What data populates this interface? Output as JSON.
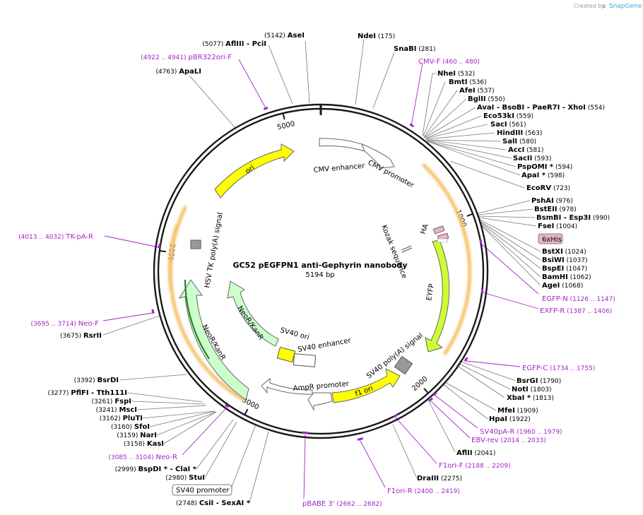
{
  "watermark": {
    "prefix": "Created by",
    "brand": "SnapGene"
  },
  "plasmid": {
    "name": "GC52 pEGFPN1 anti-Gephyrin nanobody",
    "length_label": "5194 bp",
    "size": 5194
  },
  "ticks": [
    {
      "pos": 1000,
      "label": "1000"
    },
    {
      "pos": 2000,
      "label": "2000"
    },
    {
      "pos": 3000,
      "label": "3000"
    },
    {
      "pos": 4000,
      "label": "4000"
    },
    {
      "pos": 5000,
      "label": "5000"
    }
  ],
  "colors": {
    "backbone": "#1a1a1a",
    "ori": "#ffff00",
    "f1_ori": "#ffff00",
    "amp": "#ffffff",
    "neo": "#ccffcc",
    "eyfp": "#ccff33",
    "orange_glow": "#f5c26b",
    "polyA": "#999999",
    "cmv": "#ffffff",
    "primer": "#a524c9",
    "his": "#e8b4c6"
  },
  "features": [
    {
      "id": "cmv-enhancer",
      "label": "CMV enhancer"
    },
    {
      "id": "cmv-promoter",
      "label": "CMV promoter"
    },
    {
      "id": "kozak",
      "label": "Kozak sequence"
    },
    {
      "id": "ha",
      "label": "HA"
    },
    {
      "id": "his",
      "label": "6xHis"
    },
    {
      "id": "eyfp",
      "label": "EYFP"
    },
    {
      "id": "sv40-polya",
      "label": "SV40 poly(A) signal"
    },
    {
      "id": "f1-ori",
      "label": "f1 ori"
    },
    {
      "id": "ampr-promoter",
      "label": "AmpR promoter"
    },
    {
      "id": "sv40-ori",
      "label": "SV40 ori"
    },
    {
      "id": "sv40-enhancer",
      "label": "SV40 enhancer"
    },
    {
      "id": "neor-inner",
      "label": "NeoR/KanR"
    },
    {
      "id": "neor-outer",
      "label": "NeoR/KanR"
    },
    {
      "id": "hsv-tk",
      "label": "HSV TK poly(A) signal"
    },
    {
      "id": "ori",
      "label": "ori"
    }
  ],
  "sites": [
    {
      "name": "NdeI",
      "pos": "(175)"
    },
    {
      "name": "SnaBI",
      "pos": "(281)"
    },
    {
      "name": "NheI",
      "pos": "(532)"
    },
    {
      "name": "BmtI",
      "pos": "(536)"
    },
    {
      "name": "AfeI",
      "pos": "(537)"
    },
    {
      "name": "BglII",
      "pos": "(550)"
    },
    {
      "name": "AvaI  - BsoBI  - PaeR7I  - XhoI",
      "pos": "(554)"
    },
    {
      "name": "Eco53kI",
      "pos": "(559)"
    },
    {
      "name": "SacI",
      "pos": "(561)"
    },
    {
      "name": "HindIII",
      "pos": "(563)"
    },
    {
      "name": "SalI",
      "pos": "(580)"
    },
    {
      "name": "AccI",
      "pos": "(581)"
    },
    {
      "name": "SacII",
      "pos": "(593)"
    },
    {
      "name": "PspOMI *",
      "pos": "(594)"
    },
    {
      "name": "ApaI *",
      "pos": "(598)"
    },
    {
      "name": "EcoRV",
      "pos": "(723)"
    },
    {
      "name": "PshAI",
      "pos": "(976)"
    },
    {
      "name": "BstEII",
      "pos": "(978)"
    },
    {
      "name": "BsmBI  - Esp3I",
      "pos": "(990)"
    },
    {
      "name": "FseI",
      "pos": "(1004)"
    },
    {
      "name": "BstXI",
      "pos": "(1024)"
    },
    {
      "name": "BsiWI",
      "pos": "(1037)"
    },
    {
      "name": "BspEI",
      "pos": "(1047)"
    },
    {
      "name": "BamHI",
      "pos": "(1062)"
    },
    {
      "name": "AgeI",
      "pos": "(1068)"
    },
    {
      "name": "BsrGI",
      "pos": "(1790)"
    },
    {
      "name": "NotI",
      "pos": "(1803)"
    },
    {
      "name": "XbaI *",
      "pos": "(1813)"
    },
    {
      "name": "MfeI",
      "pos": "(1909)"
    },
    {
      "name": "HpaI",
      "pos": "(1922)"
    },
    {
      "name": "AflII",
      "pos": "(2041)"
    },
    {
      "name": "DraIII",
      "pos": "(2275)"
    },
    {
      "name": "CsiI  - SexAI *",
      "pos": "(2748)"
    },
    {
      "name": "StuI",
      "pos": "(2980)"
    },
    {
      "name": "BspDI *  - ClaI *",
      "pos": "(2999)"
    },
    {
      "name": "KasI",
      "pos": "(3158)"
    },
    {
      "name": "NarI",
      "pos": "(3159)"
    },
    {
      "name": "SfoI",
      "pos": "(3160)"
    },
    {
      "name": "PluTI",
      "pos": "(3162)"
    },
    {
      "name": "MscI",
      "pos": "(3241)"
    },
    {
      "name": "FspI",
      "pos": "(3261)"
    },
    {
      "name": "PflFI  - Tth111I",
      "pos": "(3277)"
    },
    {
      "name": "BsrDI",
      "pos": "(3392)"
    },
    {
      "name": "RsrII",
      "pos": "(3675)"
    },
    {
      "name": "ApaLI",
      "pos": "(4763)"
    },
    {
      "name": "AflIII  - PciI",
      "pos": "(5077)"
    },
    {
      "name": "AseI",
      "pos": "(5142)"
    }
  ],
  "primers": [
    {
      "name": "CMV-F",
      "range": "(460 .. 480)"
    },
    {
      "name": "EGFP-N",
      "range": "(1126 .. 1147)"
    },
    {
      "name": "EXFP-R",
      "range": "(1387 .. 1406)"
    },
    {
      "name": "EGFP-C",
      "range": "(1734 .. 1755)"
    },
    {
      "name": "SV40pA-R",
      "range": "(1960 .. 1979)"
    },
    {
      "name": "EBV-rev",
      "range": "(2014 .. 2033)"
    },
    {
      "name": "F1ori-F",
      "range": "(2188 .. 2209)"
    },
    {
      "name": "F1ori-R",
      "range": "(2400 .. 2419)"
    },
    {
      "name": "pBABE 3'",
      "range": "(2662 .. 2682)"
    },
    {
      "name": "Neo-R",
      "range": "(3085 .. 3104)"
    },
    {
      "name": "Neo-F",
      "range": "(3695 .. 3714)"
    },
    {
      "name": "TK-pA-R",
      "range": "(4013 .. 4032)"
    },
    {
      "name": "pBR322ori-F",
      "range": "(4922 .. 4941)"
    }
  ],
  "boxed_labels": {
    "sv40_promoter": "SV40 promoter"
  }
}
